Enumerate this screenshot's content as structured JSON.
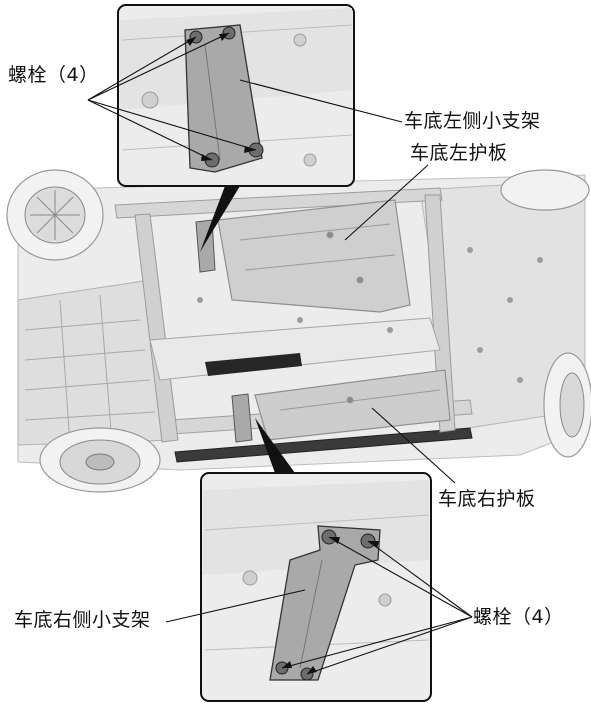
{
  "labels": {
    "bolts_top": "螺栓（4）",
    "left_small_bracket": "车底左侧小支架",
    "left_guard_plate": "车底左护板",
    "right_guard_plate": "车底右护板",
    "right_small_bracket": "车底右侧小支架",
    "bolts_bottom": "螺栓（4）"
  },
  "colors": {
    "background": "#ffffff",
    "body_panel": "#e6e6e6",
    "guard_plate": "#cfcfcf",
    "bracket": "#a9a9a9",
    "leader_line": "#111111"
  }
}
